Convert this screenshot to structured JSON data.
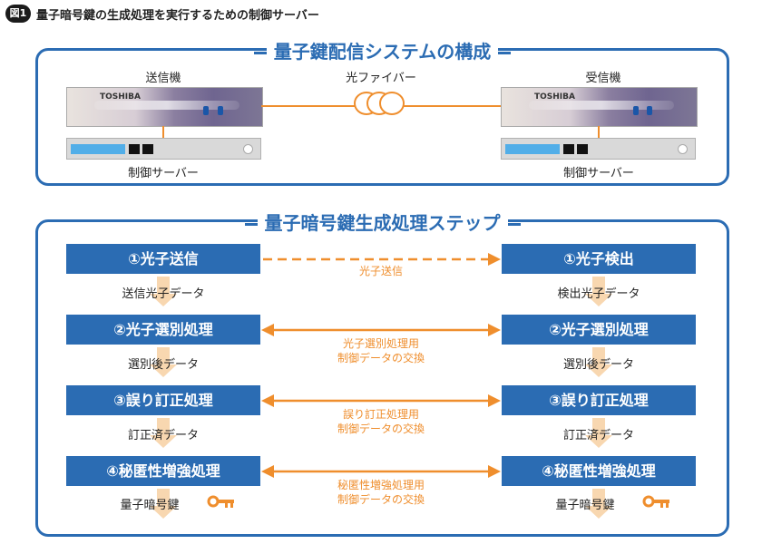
{
  "header": {
    "tag": "図1",
    "title": "量子暗号鍵の生成処理を実行するための制御サーバー"
  },
  "system": {
    "title": "量子鍵配信システムの構成",
    "sender_label": "送信機",
    "receiver_label": "受信機",
    "fiber_label": "光ファイバー",
    "sender_server_label": "制御サーバー",
    "receiver_server_label": "制御サーバー",
    "brand": "TOSHIBA"
  },
  "steps": {
    "title": "量子暗号鍵生成処理ステップ",
    "sender": [
      {
        "label": "①光子送信",
        "output": "送信光子データ"
      },
      {
        "label": "②光子選別処理",
        "output": "選別後データ"
      },
      {
        "label": "③誤り訂正処理",
        "output": "訂正済データ"
      },
      {
        "label": "④秘匿性増強処理",
        "output": "量子暗号鍵"
      }
    ],
    "receiver": [
      {
        "label": "①光子検出",
        "output": "検出光子データ"
      },
      {
        "label": "②光子選別処理",
        "output": "選別後データ"
      },
      {
        "label": "③誤り訂正処理",
        "output": "訂正済データ"
      },
      {
        "label": "④秘匿性増強処理",
        "output": "量子暗号鍵"
      }
    ],
    "links": [
      {
        "line1": "光子送信",
        "line2": ""
      },
      {
        "line1": "光子選別処理用",
        "line2": "制御データの交換"
      },
      {
        "line1": "誤り訂正処理用",
        "line2": "制御データの交換"
      },
      {
        "line1": "秘匿性増強処理用",
        "line2": "制御データの交換"
      }
    ]
  },
  "colors": {
    "blue": "#2b6cb3",
    "orange": "#ef8e2d",
    "light_orange": "#f8d7b0"
  },
  "icons": {
    "key": "key-icon",
    "fiber_coil": "fiber-coil-icon"
  }
}
